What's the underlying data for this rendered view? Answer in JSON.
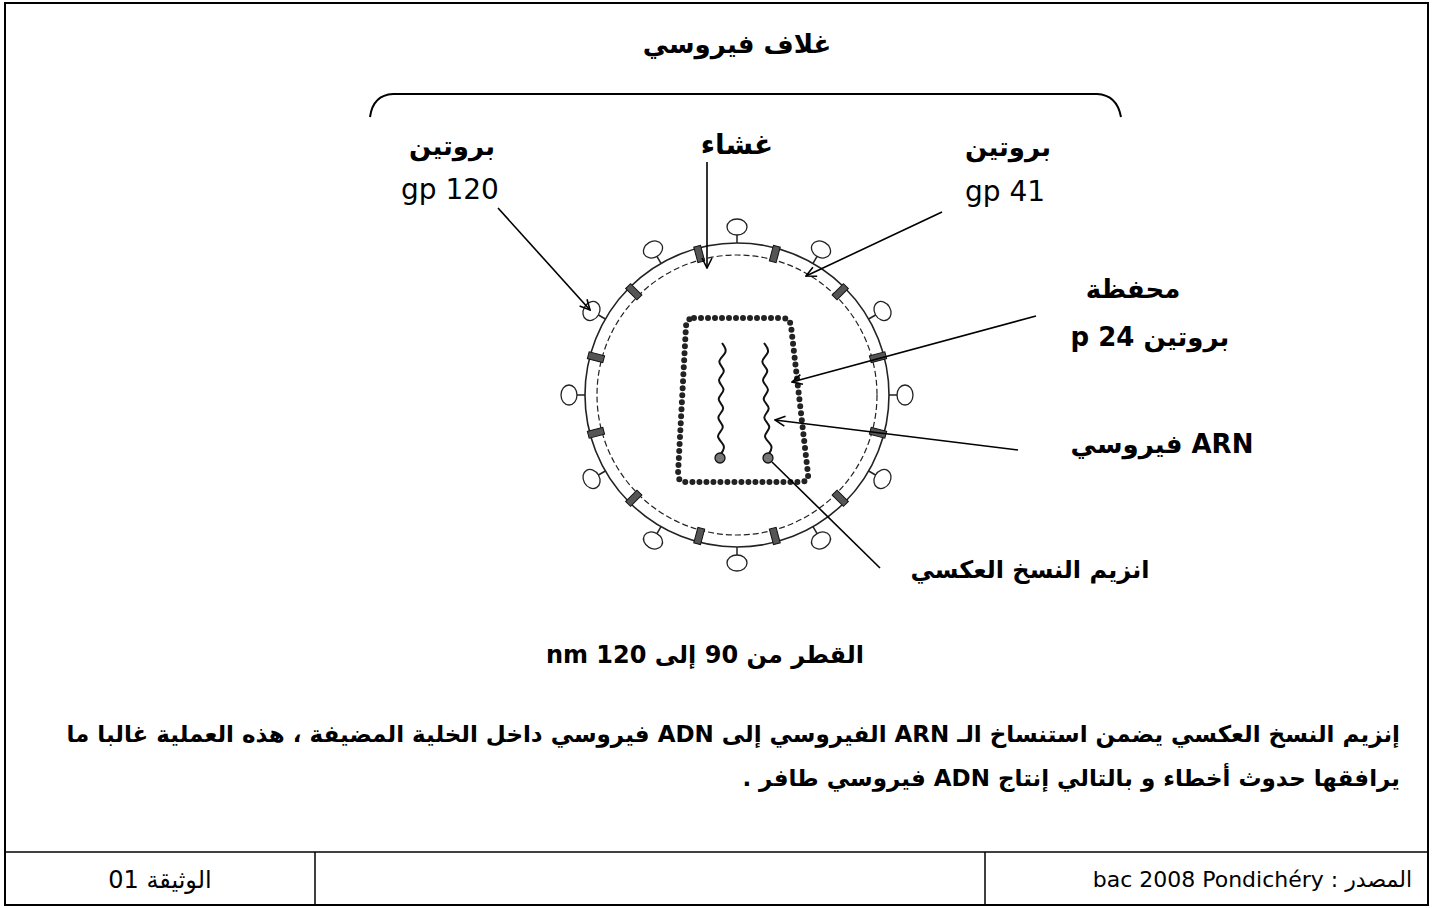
{
  "diagram": {
    "labels": [
      "غلاف فيروسي",
      "بروتين",
      "gp 120",
      "غشاء",
      "بروتين",
      "gp 41",
      "محفظة",
      "بروتين p 24",
      "ARN فيروسي",
      "انزيم النسخ العكسي",
      "القطر من 90 إلى 120 nm",
      "إنزيم النسخ العكسي يضمن استنساخ الـ ARN الفيروسي إلى ADN فيروسي داخل الخلية المضيفة ، هذه العملية غالبا ما يرافقها حدوث أخطاء و بالتالي إنتاج ADN فيروسي طافر .",
      "الوثيقة 01",
      "المصدر : bac 2008 Pondichéry"
    ]
  }
}
